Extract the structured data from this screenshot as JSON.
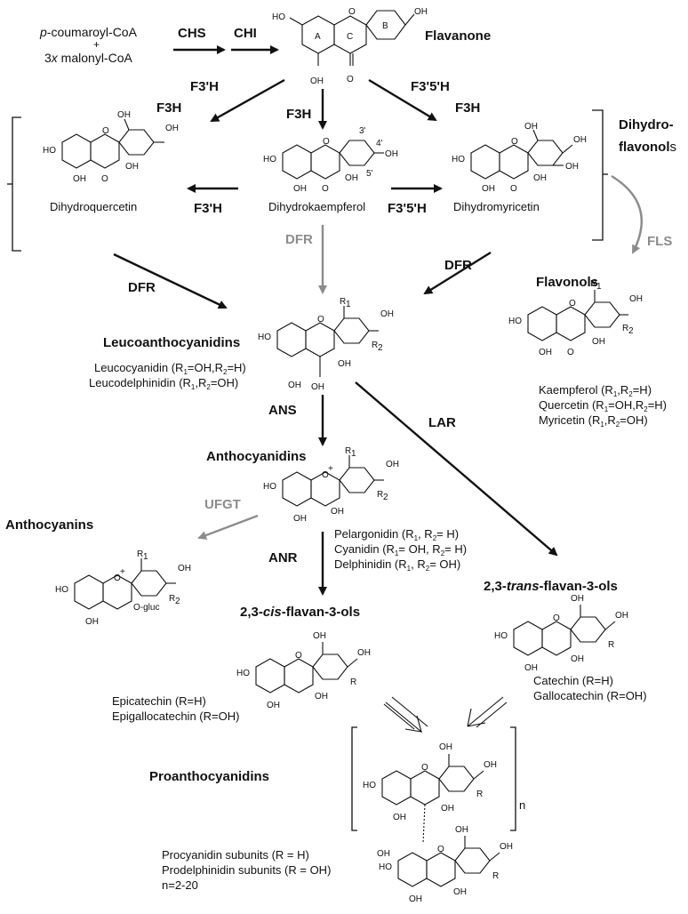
{
  "start": {
    "line1_italic": "p",
    "line1_rest": "-coumaroyl-CoA",
    "plus": "+",
    "line2_pre": "3",
    "line2_italic": "x",
    "line2_rest": " malonyl-CoA"
  },
  "enzymes": {
    "chs": "CHS",
    "chi": "CHI",
    "f3h_left_a": "F3'H",
    "f3h_left_b": "F3H",
    "f3h_mid": "F3H",
    "f35h_right_a": "F3'5'H",
    "f35h_right_b": "F3H",
    "f3h_prime_left": "F3'H",
    "f35h_prime_right": "F3'5'H",
    "fls": "FLS",
    "dfr_left": "DFR",
    "dfr_mid": "DFR",
    "dfr_right": "DFR",
    "ans": "ANS",
    "lar": "LAR",
    "ufgt": "UFGT",
    "anr": "ANR"
  },
  "classes": {
    "flavanone": "Flavanone",
    "dihydroflavonols_a": "Dihydro-",
    "dihydroflavonols_b": "flavonol",
    "dihydroflavonols_c": "s",
    "flavonols": "Flavonols",
    "leucoanthocyanidins": "Leucoanthocyanidins",
    "anthocyanidins": "Anthocyanidins",
    "anthocyanins": "Anthocyanins",
    "cis": {
      "pre": "2,3-",
      "italic": "cis",
      "post": "-flavan-3-ols"
    },
    "trans": {
      "pre": "2,3-",
      "italic": "trans",
      "post": "-flavan-3-ols"
    },
    "proanthocyanidins": "Proanthocyanidins"
  },
  "compounds": {
    "dihydroquercetin": "Dihydroquercetin",
    "dihydrokaempferol": "Dihydrokaempferol",
    "dihydromyricetin": "Dihydromyricetin",
    "leucocyanidin": "Leucocyanidin (R",
    "leucocyanidin_sub1": "1",
    "leucocyanidin_mid": "=OH,R",
    "leucocyanidin_sub2": "2",
    "leucocyanidin_end": "=H)",
    "leucodelphinidin": "Leucodelphinidin (R",
    "leucodelphinidin_mid": ",R",
    "leucodelphinidin_end": "=OH)",
    "kaempferol": "Kaempferol (R",
    "kaempferol_end": "=H)",
    "quercetin": "Quercetin (R",
    "quercetin_mid": "=OH,R",
    "quercetin_end": "=H)",
    "myricetin": "Myricetin (R",
    "myricetin_end": "=OH)",
    "pelargonidin": "Pelargonidin (R",
    "pelargonidin_mid": ", R",
    "pelargonidin_end": "= H)",
    "cyanidin": "Cyanidin (R",
    "cyanidin_mid": "= OH, R",
    "cyanidin_end": "= H)",
    "delphinidin": "Delphinidin (R",
    "delphinidin_mid": ", R",
    "delphinidin_end": "= OH)",
    "epicatechin": "Epicatechin (R=H)",
    "epigallocatechin": "Epigallocatechin (R=OH)",
    "catechin": "Catechin (R=H)",
    "gallocatechin": "Gallocatechin (R=OH)",
    "procyanidin": "Procyanidin subunits (R = H)",
    "prodelphinidin": "Prodelphinidin subunits (R = OH)",
    "n_range": "n=2-20"
  },
  "atoms": {
    "oh": "OH",
    "ho": "HO",
    "o": "O",
    "r": "R",
    "r1": "R",
    "r2": "R",
    "sub1": "1",
    "sub2": "2",
    "n": "n",
    "plus": "+",
    "ogluc": "O-gluc",
    "ring_a": "A",
    "ring_b": "B",
    "ring_c": "C",
    "p3": "3'",
    "p4": "4'",
    "p5": "5'"
  }
}
